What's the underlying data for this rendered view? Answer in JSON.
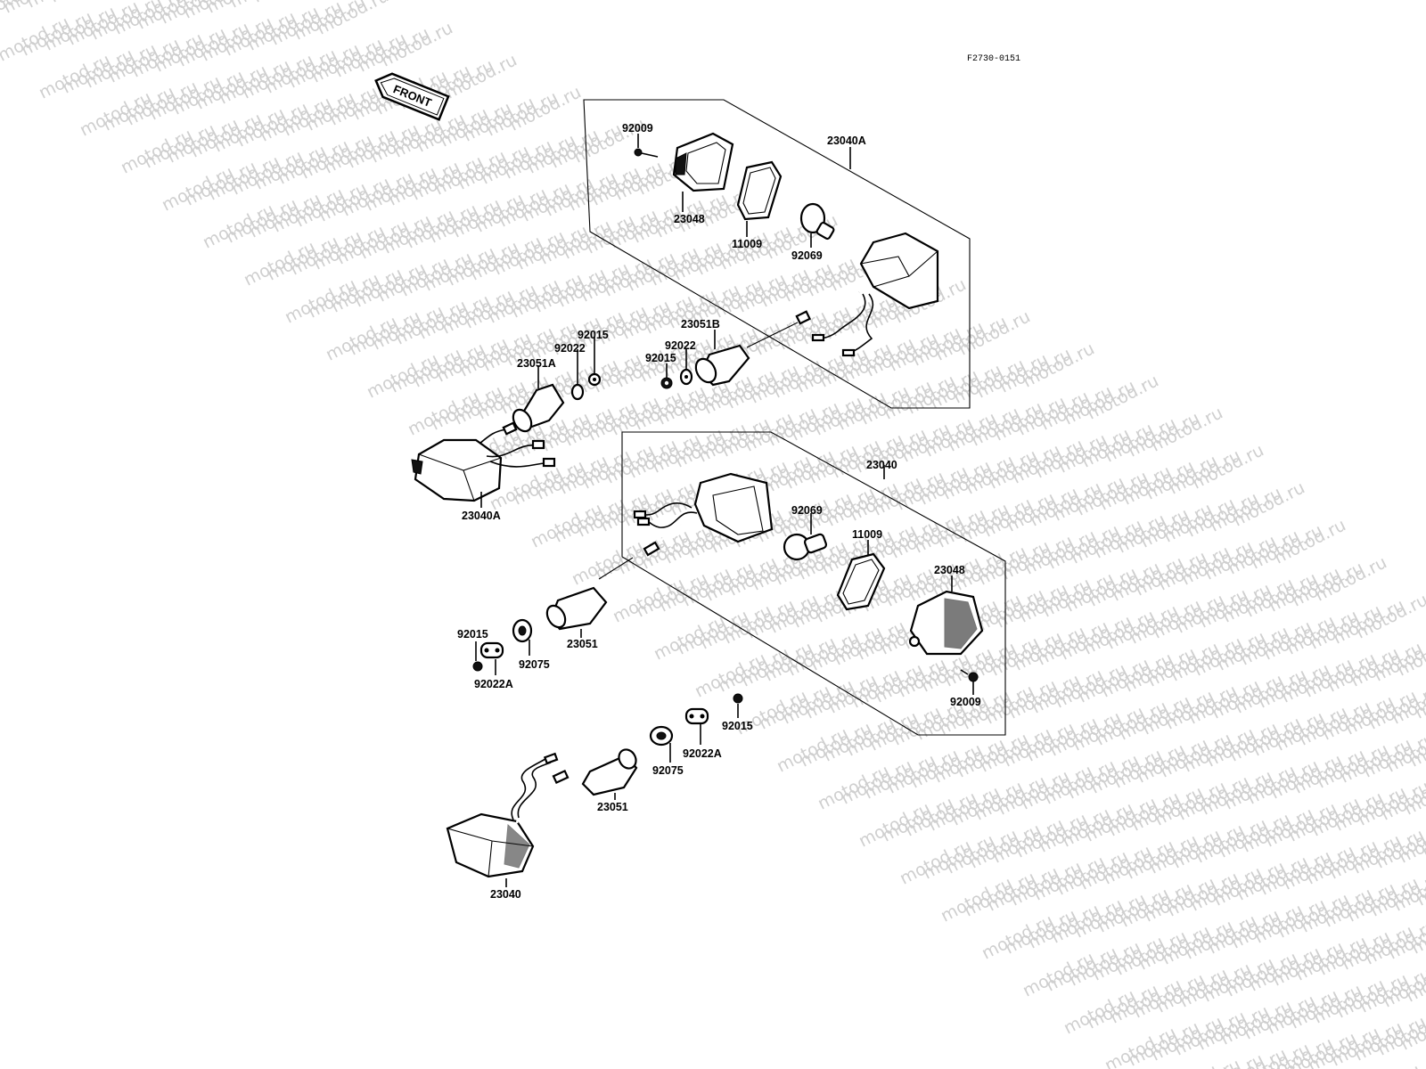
{
  "watermark": "motod.ru",
  "drawing_code": "F2730-0151",
  "front_label": "FRONT",
  "parts": {
    "p1": "92009",
    "p2": "23048",
    "p3": "11009",
    "p4": "92069",
    "p5": "23040A",
    "p6": "23051B",
    "p7": "92022",
    "p8": "92015",
    "p9": "92015",
    "p10": "92022",
    "p11": "23051A",
    "p12": "23040A",
    "p13": "23040",
    "p14": "92069",
    "p15": "11009",
    "p16": "23048",
    "p17": "92009",
    "p18": "23051",
    "p19": "92075",
    "p20": "92015",
    "p21": "92022A",
    "p22": "92015",
    "p23": "92022A",
    "p24": "92075",
    "p25": "23051",
    "p26": "23040"
  }
}
